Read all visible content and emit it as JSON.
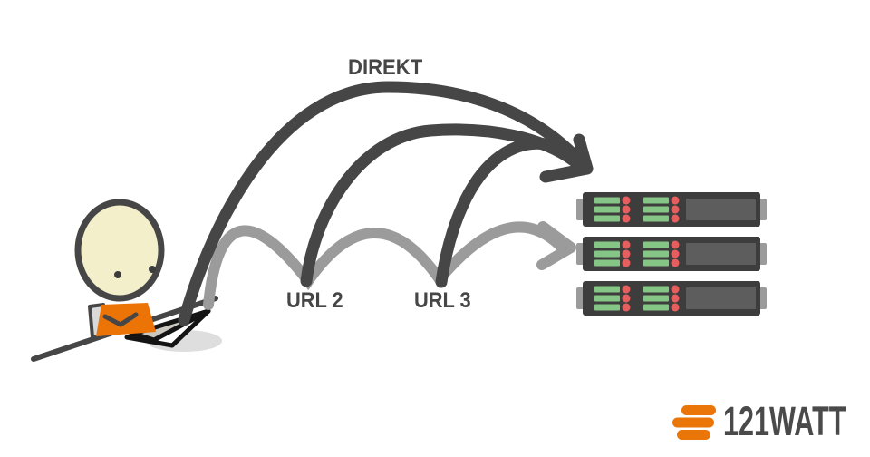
{
  "diagram": {
    "labels": {
      "direct": "DIREKT",
      "hop2": "URL 2",
      "hop3": "URL 3"
    },
    "colors": {
      "ink_dark": "#464646",
      "redirect_gray": "#9b9b9b",
      "accent_orange": "#ec7407",
      "head_cream": "#f2efca",
      "server_body": "#3d3d3d",
      "server_panel": "#5d5d5d",
      "led_green": "#85c585",
      "led_red": "#e55f5f",
      "shadow_gray": "#dedede"
    },
    "servers": {
      "count": 3,
      "led_bar_groups_per_server": 2,
      "leds_per_group": 3
    }
  },
  "logo": {
    "text": "121WATT"
  }
}
